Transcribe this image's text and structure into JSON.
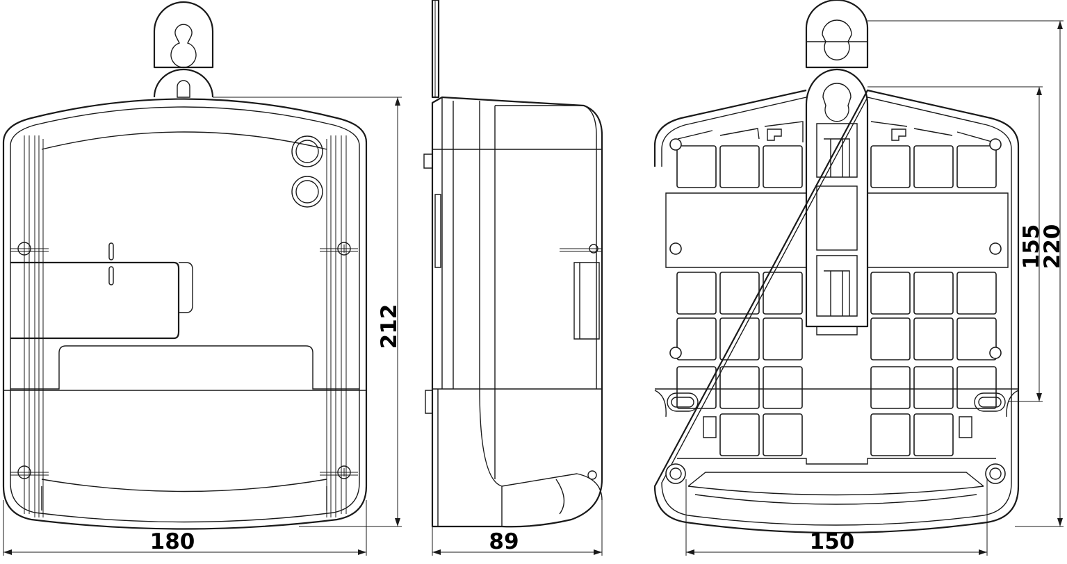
{
  "drawing": {
    "title": "",
    "dimensions": {
      "front_height": "212",
      "front_width": "180",
      "side_depth": "89",
      "back_height_inner": "155",
      "back_height_total": "220",
      "back_mount_width": "150"
    },
    "views": [
      "front",
      "side",
      "back"
    ]
  }
}
